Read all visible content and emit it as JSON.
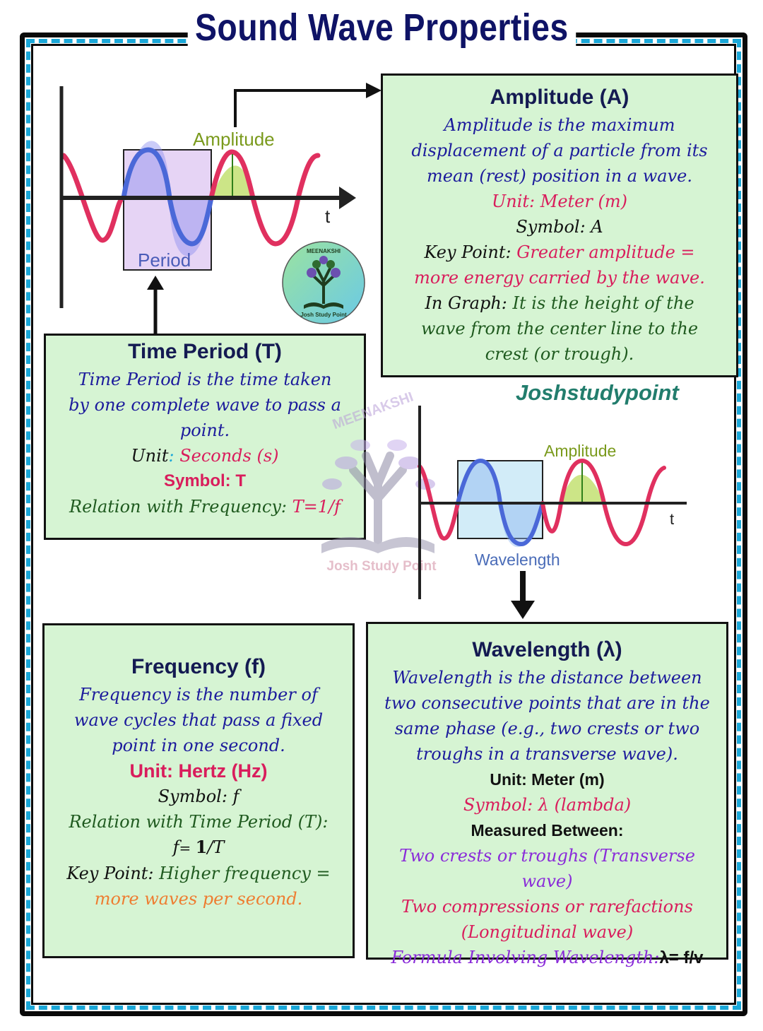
{
  "title": "Sound Wave Properties",
  "colors": {
    "title": "#0f1366",
    "border_dash": "#1aa7d8",
    "box_bg": "#d6f4d3",
    "wave": "#e0305f",
    "wave_highlight": "#4a68d8",
    "period_box": "#e6d4f5",
    "wavelength_box": "#d2ecf8",
    "amplitude_label": "#7a9a1c",
    "brand": "#227d6d"
  },
  "graph_top": {
    "amplitude_label": "Amplitude",
    "period_label": "Period",
    "t_label": "t"
  },
  "graph_bottom": {
    "amplitude_label": "Amplitude",
    "wavelength_label": "Wavelength",
    "t_label": "t"
  },
  "logo": {
    "name": "MEENAKSHI",
    "caption": "Josh Study Point",
    "icon": "tree-book-logo"
  },
  "watermark": {
    "name": "MEENAKSHI",
    "caption": "Josh Study Point"
  },
  "brand": "Joshstudypoint",
  "amplitude": {
    "heading": "Amplitude (A)",
    "definition": "Amplitude is the maximum displacement of a particle from its mean (rest) position in a wave.",
    "unit": "Unit: Meter (m)",
    "symbol": "Symbol: A",
    "key_prefix": "Key Point: ",
    "key_text": "Greater amplitude = more energy carried by the wave.",
    "graph_prefix": "In Graph: ",
    "graph_text": "It is the height of the wave from the center line to the crest (or trough)."
  },
  "time_period": {
    "heading": "Time Period (T)",
    "definition": "Time Period is the time taken by one complete wave to pass a point.",
    "unit_prefix": "Unit",
    "unit_colon": ":",
    "unit_value": " Seconds (s)",
    "symbol": "Symbol: T",
    "relation_prefix": "Relation with Frequency: ",
    "relation_formula": "T=1/f"
  },
  "frequency": {
    "heading": "Frequency (f)",
    "definition": "Frequency is the number of wave cycles that pass a fixed point in one second.",
    "unit": "Unit: Hertz (Hz)",
    "symbol": "Symbol: f",
    "relation": "Relation with Time Period (T):",
    "formula_f": "f",
    "formula_eq": "= ",
    "formula_one": "1",
    "formula_rest": "/T",
    "key_prefix": "Key Point: ",
    "key_text": "Higher frequency =",
    "key_text2": "more waves per second."
  },
  "wavelength": {
    "heading": "Wavelength (λ)",
    "definition": "Wavelength is the distance between two consecutive points that are in the same phase (e.g., two crests or two troughs in a transverse wave).",
    "unit": "Unit: Meter (m)",
    "symbol": "Symbol: λ (lambda)",
    "measured_heading": "Measured Between:",
    "measured_1": "Two crests or troughs (Transverse wave)",
    "measured_2": "Two compressions or rarefactions (Longitudinal wave)",
    "formula_prefix": "Formula Involving Wavelength:",
    "formula": "λ= f/v"
  }
}
